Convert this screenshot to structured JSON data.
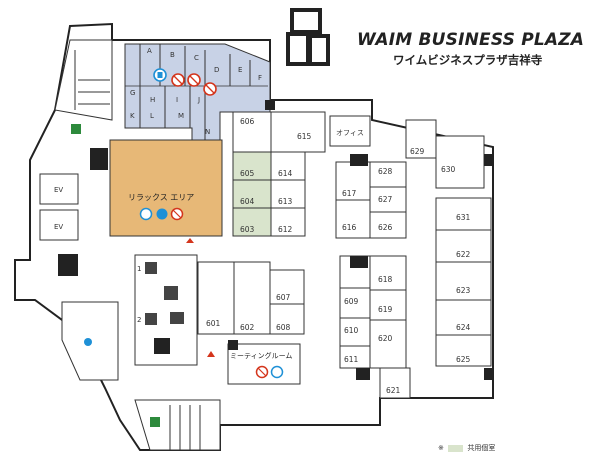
{
  "brand": {
    "name_en": "WAIM BUSINESS PLAZA",
    "name_ja": "ワイムビジネスプラザ吉祥寺"
  },
  "legend": {
    "mark": "※",
    "label": "共用個室"
  },
  "colors": {
    "zone_blue": "#c8d2e6",
    "relax_orange": "#e7b877",
    "shared_room": "#d9e4cc",
    "desk_gray": "#dcdcdc",
    "exit_green": "#2d8a3c",
    "entrance_red": "#d4351c",
    "info_blue": "#1e90d6"
  },
  "zones": {
    "relax_area": "リラックス エリア",
    "meeting_room": "ミーティングルーム",
    "office": "オフィス"
  },
  "booth_letters": [
    "A",
    "B",
    "C",
    "D",
    "E",
    "F",
    "G",
    "H",
    "I",
    "J",
    "K",
    "L",
    "M",
    "N"
  ],
  "rooms": [
    "606",
    "615",
    "605",
    "614",
    "604",
    "613",
    "603",
    "612",
    "617",
    "616",
    "628",
    "627",
    "626",
    "629",
    "630",
    "631",
    "622",
    "623",
    "624",
    "625",
    "618",
    "619",
    "620",
    "609",
    "610",
    "611",
    "621",
    "607",
    "608",
    "601",
    "602"
  ],
  "elevators": [
    "EV",
    "EV"
  ],
  "copier_labels": [
    "1",
    "2"
  ],
  "icons": [
    "exit-icon",
    "exit-icon",
    "phone-booth-icon",
    "no-food-icon",
    "no-drink-icon",
    "no-smoking-icon",
    "phone-icon",
    "info-icon",
    "entrance-icon",
    "coffee-icon",
    "printer-icon",
    "copier-icon",
    "shredder-icon"
  ]
}
